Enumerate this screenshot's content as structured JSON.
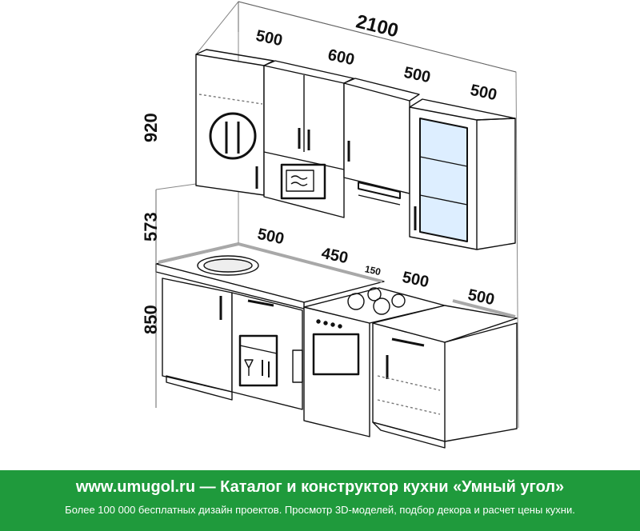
{
  "dimensions": {
    "total_width": "2100",
    "upper_1": "500",
    "upper_2": "600",
    "upper_3": "500",
    "upper_4": "500",
    "upper_height": "920",
    "gap_height": "573",
    "lower_height": "850",
    "counter_1": "500",
    "counter_2": "450",
    "counter_gap": "150",
    "counter_3": "500",
    "counter_4": "500"
  },
  "banner": {
    "title": "www.umugol.ru — Каталог и конструктор кухни «Умный угол»",
    "subtitle": "Более 100 000 бесплатных дизайн проектов. Просмотр 3D-моделей, подбор декора и расчет цены кухни."
  },
  "colors": {
    "banner_background": "#1f9a3c",
    "banner_text": "#ffffff",
    "line": "#111111",
    "glass": "#ddeeff",
    "countertop": "#a8a8a8"
  }
}
